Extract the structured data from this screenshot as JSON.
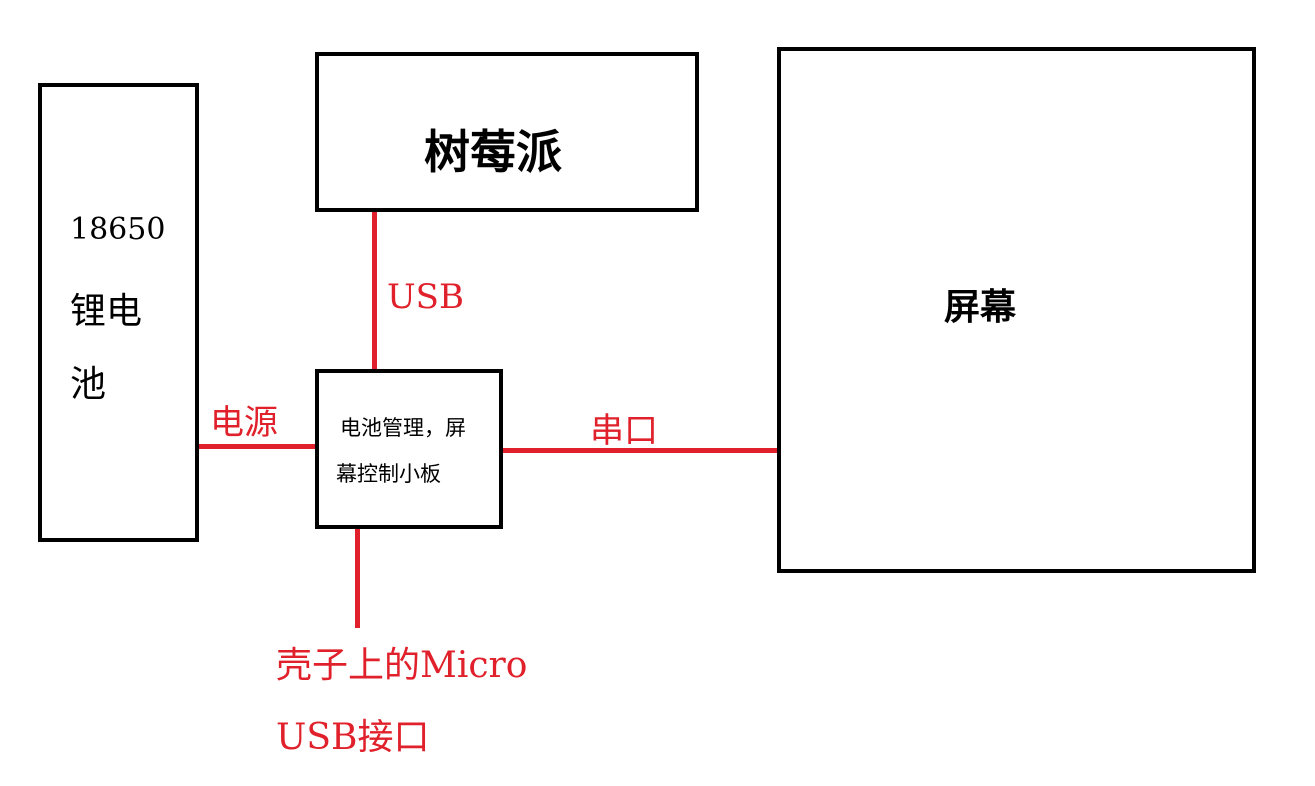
{
  "colors": {
    "stroke": "#000000",
    "wire": "#e0202a",
    "label": "#e0202a",
    "background": "#ffffff"
  },
  "nodes": {
    "battery": {
      "line1": "18650",
      "line2": "锂电",
      "line3": "池"
    },
    "raspberry_pi": {
      "label": "树莓派"
    },
    "screen": {
      "label": "屏幕"
    },
    "control_board": {
      "line1": "电池管理，屏",
      "line2": "幕控制小板"
    }
  },
  "edges": {
    "usb": {
      "label": "USB"
    },
    "power": {
      "label": "电源"
    },
    "serial": {
      "label": "串口"
    },
    "micro_usb": {
      "line1": "壳子上的Micro",
      "line2": "USB接口"
    }
  }
}
